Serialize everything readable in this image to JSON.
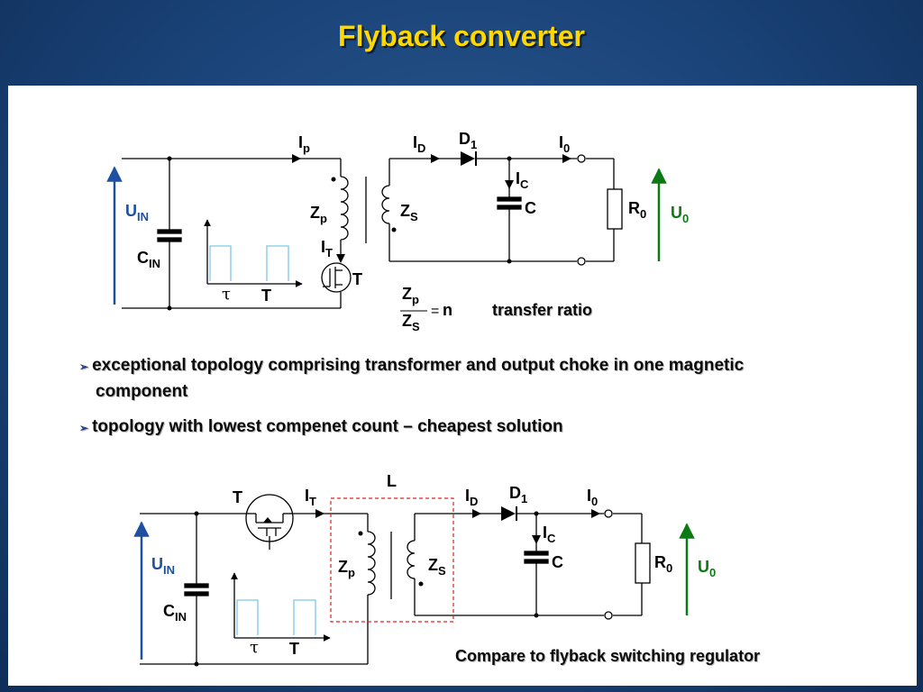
{
  "slide": {
    "title": "Flyback converter",
    "bullets": [
      {
        "line1": "exceptional topology comprising transformer and output choke in one magnetic",
        "line2": "component"
      },
      {
        "line1": "topology with lowest compenet count – cheapest solution"
      }
    ]
  },
  "circuit1": {
    "formula_note": "transfer ratio"
  },
  "circuit2": {
    "caption": "Compare to flyback switching regulator"
  },
  "colors": {
    "title": "#ffd800",
    "background": "#1a4378",
    "input_arrow": "#1f4fa0",
    "output_arrow": "#0b7a12",
    "pulse": "#7fc7e8",
    "highlight_box": "#e02020"
  }
}
